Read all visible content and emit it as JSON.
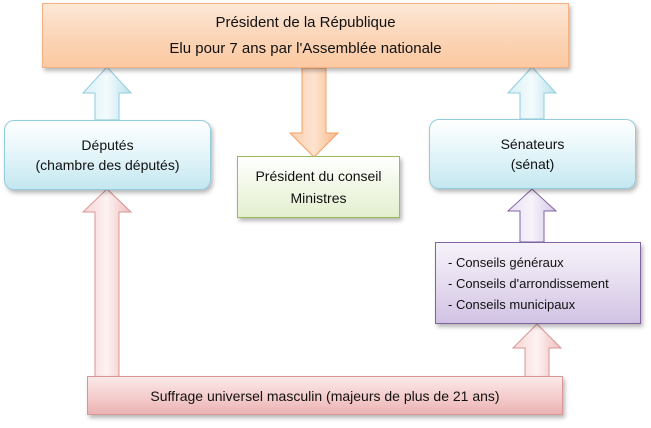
{
  "president": {
    "line1": "Président de la République",
    "line2": "Elu pour 7 ans par l'Assemblée nationale"
  },
  "deputes": {
    "line1": "Députés",
    "line2": "(chambre des députés)"
  },
  "senateurs": {
    "line1": "Sénateurs",
    "line2": "(sénat)"
  },
  "conseil": {
    "line1": "Président du conseil",
    "line2": "Ministres"
  },
  "conseils": {
    "items": [
      "- Conseils généraux",
      "- Conseils d'arrondissement",
      "- Conseils municipaux"
    ]
  },
  "suffrage": {
    "label": "Suffrage universel masculin (majeurs de plus de 21 ans)"
  }
}
